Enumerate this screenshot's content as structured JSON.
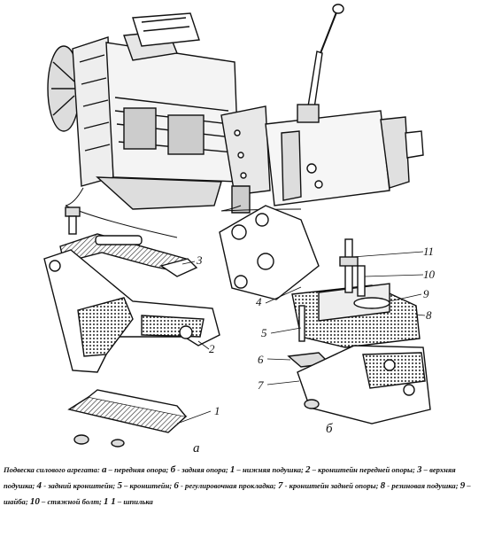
{
  "figure": {
    "labels": [
      "1",
      "2",
      "3",
      "4",
      "5",
      "6",
      "7",
      "8",
      "9",
      "10",
      "11"
    ],
    "subfigures": [
      "а",
      "б"
    ]
  },
  "caption": {
    "lead": "Подвеска силового агрегата:",
    "items": [
      {
        "key": "а",
        "text": " – передняя опора; "
      },
      {
        "key": "б",
        "text": " - задняя опора; "
      },
      {
        "key": "1",
        "text": " – нижняя подушка; "
      },
      {
        "key": "2",
        "text": " – кронштейн передней опоры; "
      },
      {
        "key": "3",
        "text": " – верхняя подушка; "
      },
      {
        "key": "4",
        "text": " - задний кронштейн; "
      },
      {
        "key": "5",
        "text": " – кронштейн; "
      },
      {
        "key": "6",
        "text": " - регулировочная прокладка; "
      },
      {
        "key": "7",
        "text": " - кронштейн задней опоры; "
      },
      {
        "key": "8",
        "text": " - резиновая подушка; "
      },
      {
        "key": "9",
        "text": " – шайба; "
      },
      {
        "key": "10",
        "text": " – стяжной болт; "
      },
      {
        "key": "1 1",
        "text": " – шпилька"
      }
    ]
  }
}
